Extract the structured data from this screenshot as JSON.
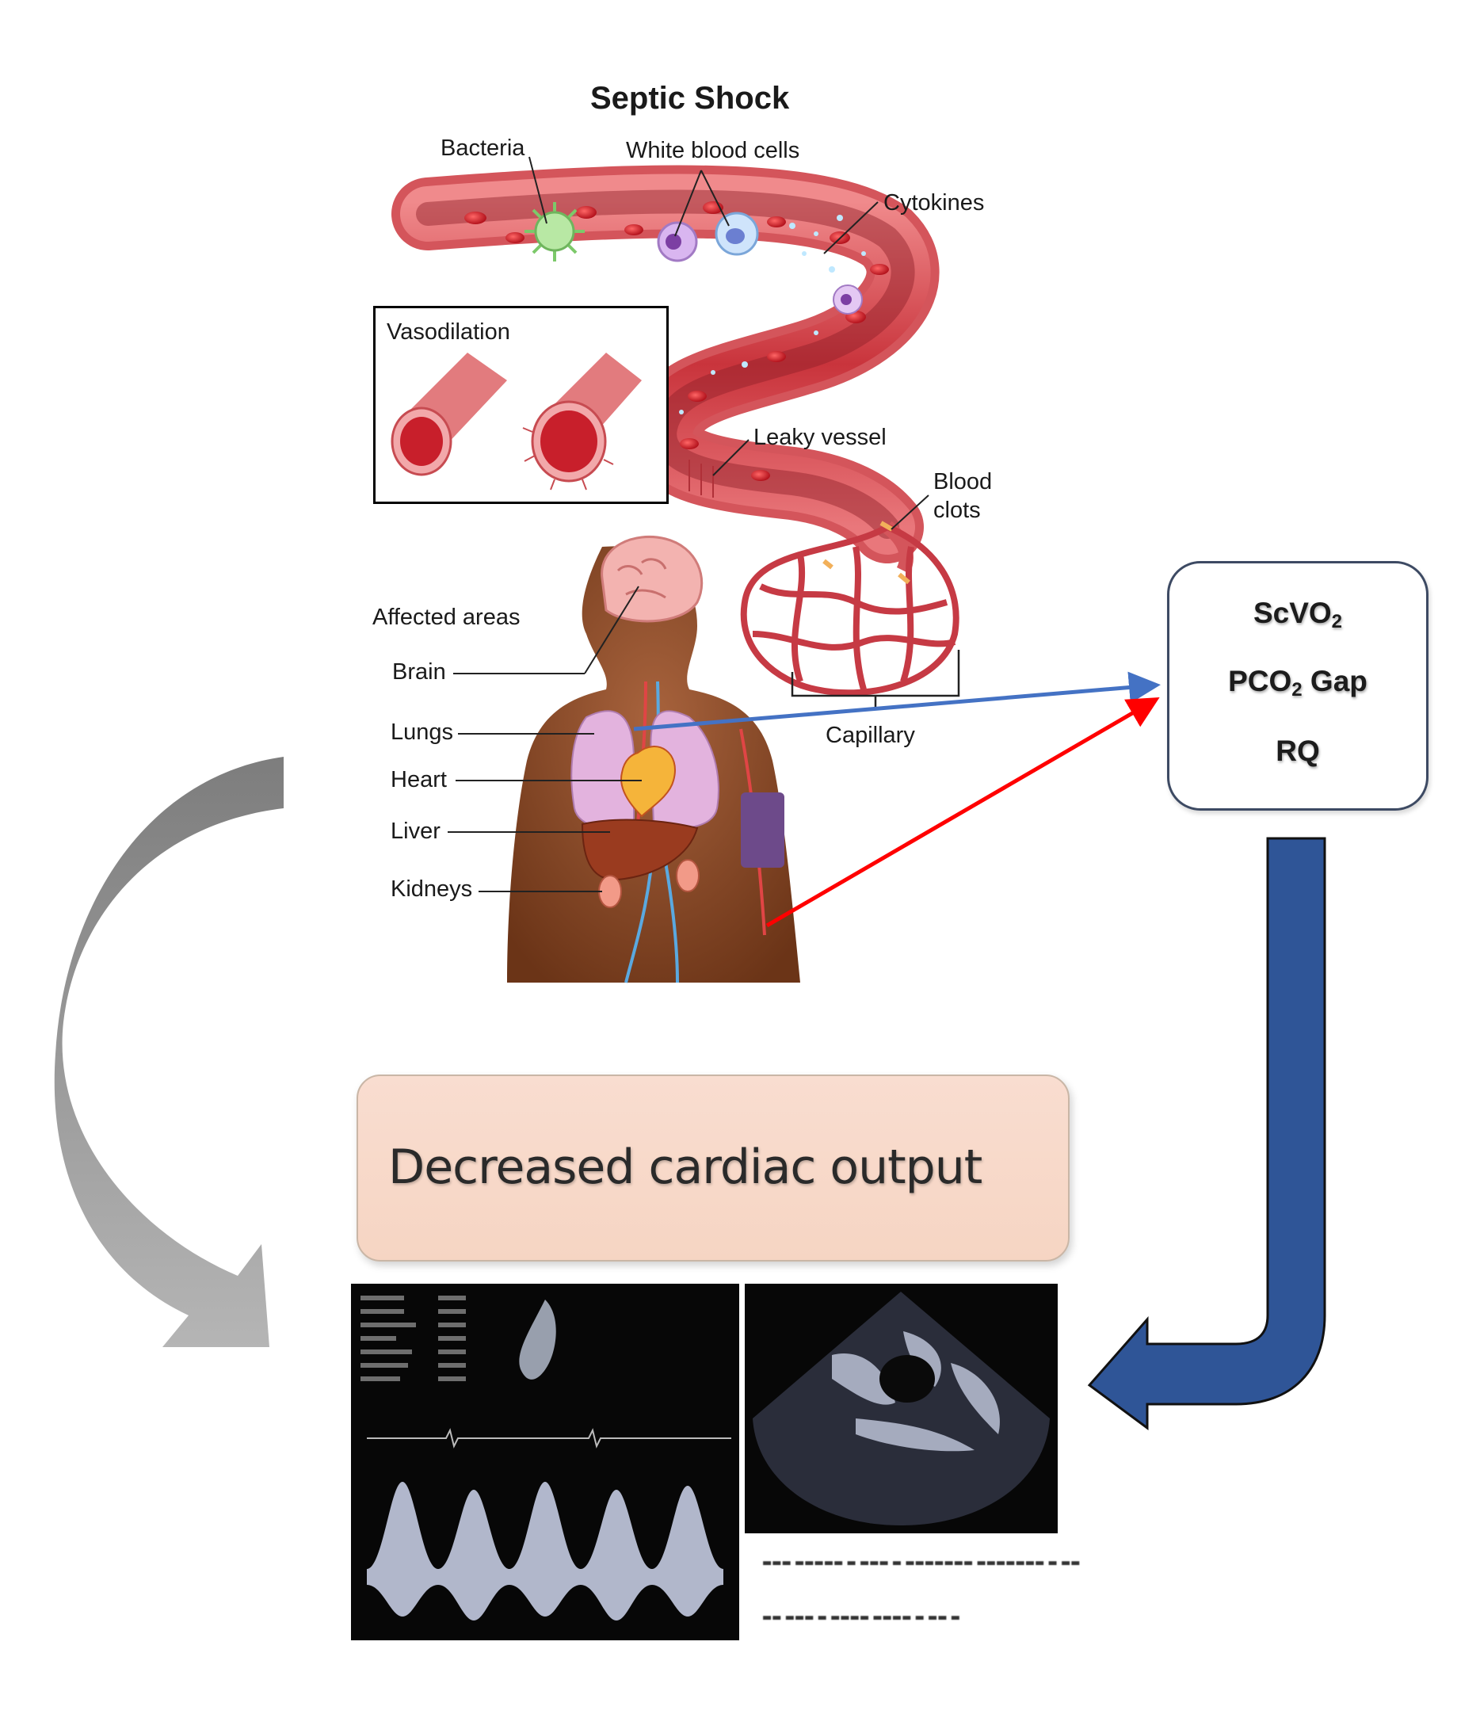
{
  "figure": {
    "title": "Septic Shock",
    "vessel_labels": {
      "bacteria": "Bacteria",
      "white_blood_cells": "White blood cells",
      "cytokines": "Cytokines",
      "leaky_vessel": "Leaky vessel",
      "blood_clots_line1": "Blood",
      "blood_clots_line2": "clots",
      "capillary": "Capillary"
    },
    "vasodilation": {
      "title": "Vasodilation"
    },
    "affected_areas": {
      "heading": "Affected areas",
      "organs": [
        "Brain",
        "Lungs",
        "Heart",
        "Liver",
        "Kidneys"
      ]
    }
  },
  "metrics_box": {
    "items": [
      {
        "main": "ScVO",
        "sub": "2",
        "rest": ""
      },
      {
        "main": "PCO",
        "sub": "2",
        "rest": " Gap"
      },
      {
        "main": "RQ",
        "sub": "",
        "rest": ""
      }
    ]
  },
  "cardiac_box": {
    "text": "Decreased cardiac output"
  },
  "colors": {
    "blue_arrow": "#4472c4",
    "red_arrow": "#ff0000",
    "big_blue_arrow": "#2f5597",
    "grey_arrow": "#9a9a9a",
    "cardiac_box_fill": "#f8dacb",
    "metrics_border": "#3d4a63",
    "vessel_red": "#d85a5f",
    "skin": "#8a4a2a"
  },
  "icons": {
    "grey_curved_arrow": "curved-arrow-icon",
    "blue_bent_arrow": "bent-arrow-icon"
  }
}
